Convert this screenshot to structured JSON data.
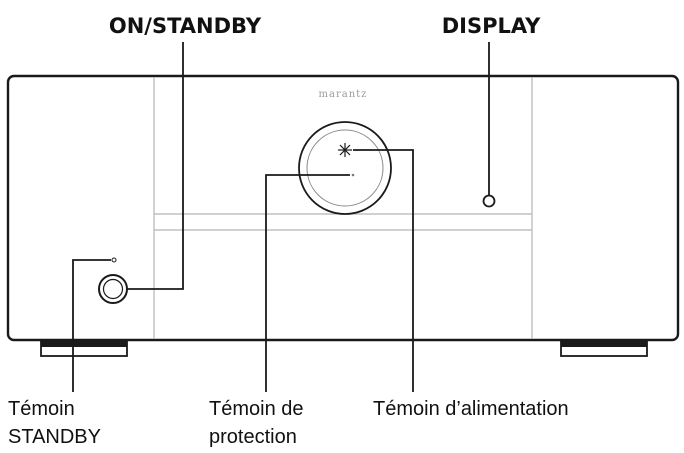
{
  "callouts": {
    "on_standby": "ON/STANDBY",
    "display": "DISPLAY",
    "standby_indicator": [
      "Témoin",
      "STANDBY"
    ],
    "protection_indicator": [
      "Témoin de",
      "protection"
    ],
    "power_indicator": "Témoin d’alimentation"
  },
  "device": {
    "brand": "marantz"
  },
  "icons": {
    "power_button": "power-button-icon",
    "display_button": "display-button-icon",
    "standby_led": "standby-led-icon",
    "power_led": "power-led-star-icon",
    "protection_led": "protection-led-icon"
  },
  "colors": {
    "outline": "#1a1a1a",
    "panel_line": "#b5b5b5",
    "brand_text": "#9a9a9a"
  }
}
